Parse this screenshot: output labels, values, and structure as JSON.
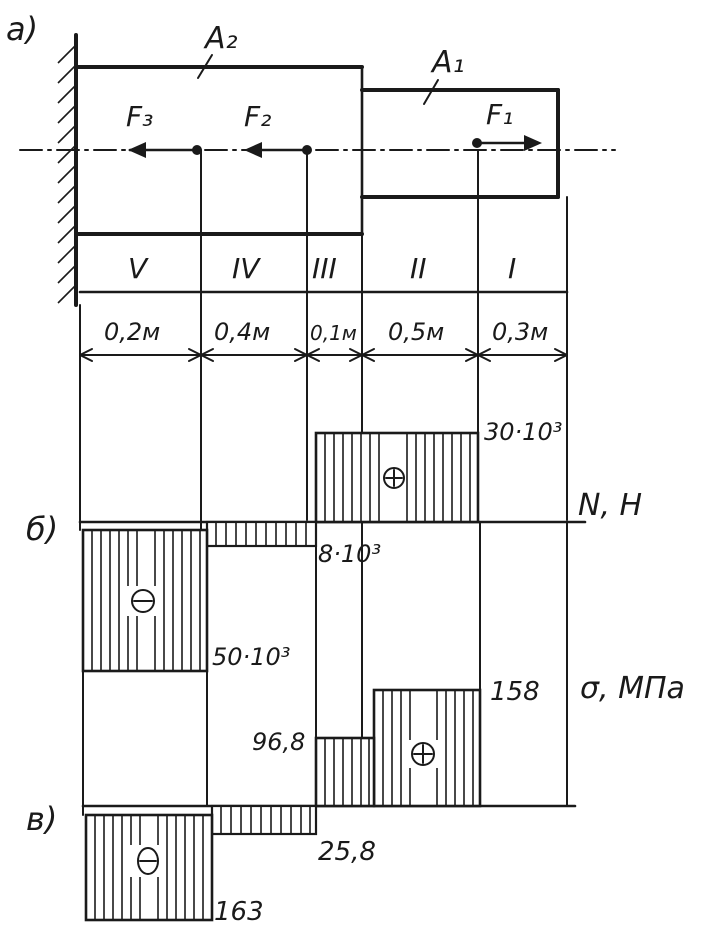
{
  "panel_labels": {
    "a": "a)",
    "b": "б)",
    "v": "в)"
  },
  "areas": {
    "a2": "A₂",
    "a1": "A₁"
  },
  "forces": {
    "f1": "F₁",
    "f2": "F₂",
    "f3": "F₃"
  },
  "sections": [
    "V",
    "IV",
    "III",
    "II",
    "I"
  ],
  "lengths": [
    "0,2м",
    "0,4м",
    "0,1м",
    "0,5м",
    "0,3м"
  ],
  "n_diagram": {
    "axis_label": "N, H",
    "value_top": "30·10³",
    "value_mid": "8·10³",
    "value_low": "50·10³",
    "plus": "⊕",
    "minus": "⊖"
  },
  "sigma_diagram": {
    "axis_label": "σ, МПа",
    "v158": "158",
    "v968": "96,8",
    "v258": "25,8",
    "v163": "163",
    "plus": "⊕",
    "minus": "⊖"
  }
}
